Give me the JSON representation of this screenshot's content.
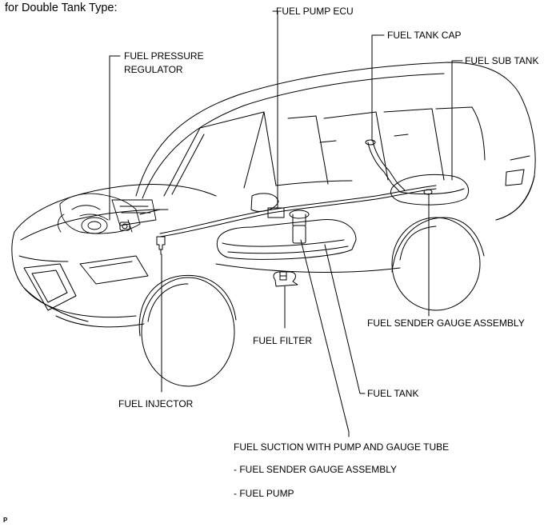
{
  "heading": "for Double Tank Type:",
  "labels": {
    "fuel_pump_ecu": "FUEL PUMP ECU",
    "fuel_tank_cap": "FUEL TANK CAP",
    "fuel_sub_tank": "FUEL SUB TANK",
    "fuel_pressure_regulator_line1": "FUEL PRESSURE",
    "fuel_pressure_regulator_line2": "REGULATOR",
    "fuel_sender_gauge_assembly": "FUEL SENDER GAUGE ASSEMBLY",
    "fuel_filter": "FUEL FILTER",
    "fuel_tank": "FUEL TANK",
    "fuel_injector": "FUEL INJECTOR",
    "fuel_suction": "FUEL SUCTION WITH PUMP AND GAUGE TUBE",
    "sub_item_sender": "- FUEL SENDER GAUGE ASSEMBLY",
    "sub_item_pump": "- FUEL PUMP"
  },
  "page_marker": "P"
}
